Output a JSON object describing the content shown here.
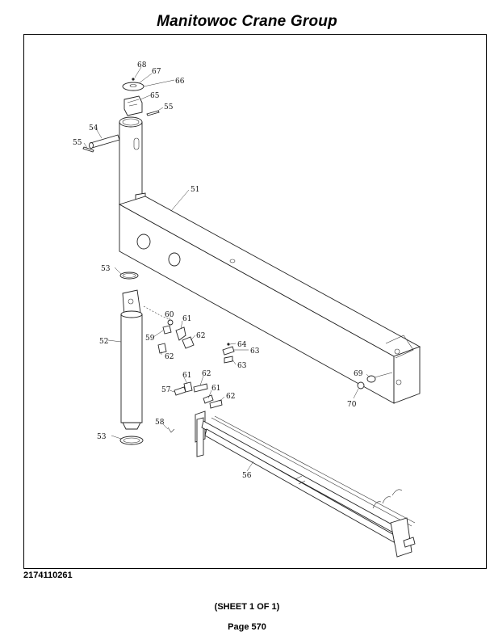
{
  "header": {
    "title": "Manitowoc Crane Group"
  },
  "footer": {
    "doc_number": "2174110261",
    "sheet": "(SHEET 1 OF 1)",
    "page": "Page 570"
  },
  "callouts": {
    "c68": "68",
    "c67": "67",
    "c66": "66",
    "c65": "65",
    "c55a": "55",
    "c54": "54",
    "c55b": "55",
    "c51": "51",
    "c53a": "53",
    "c52": "52",
    "c60": "60",
    "c61a": "61",
    "c59": "59",
    "c62a": "62",
    "c62b": "62",
    "c64": "64",
    "c63a": "63",
    "c63b": "63",
    "c61b": "61",
    "c62c": "62",
    "c57": "57",
    "c61c": "61",
    "c62d": "62",
    "c58": "58",
    "c53b": "53",
    "c56": "56",
    "c69": "69",
    "c70": "70"
  }
}
